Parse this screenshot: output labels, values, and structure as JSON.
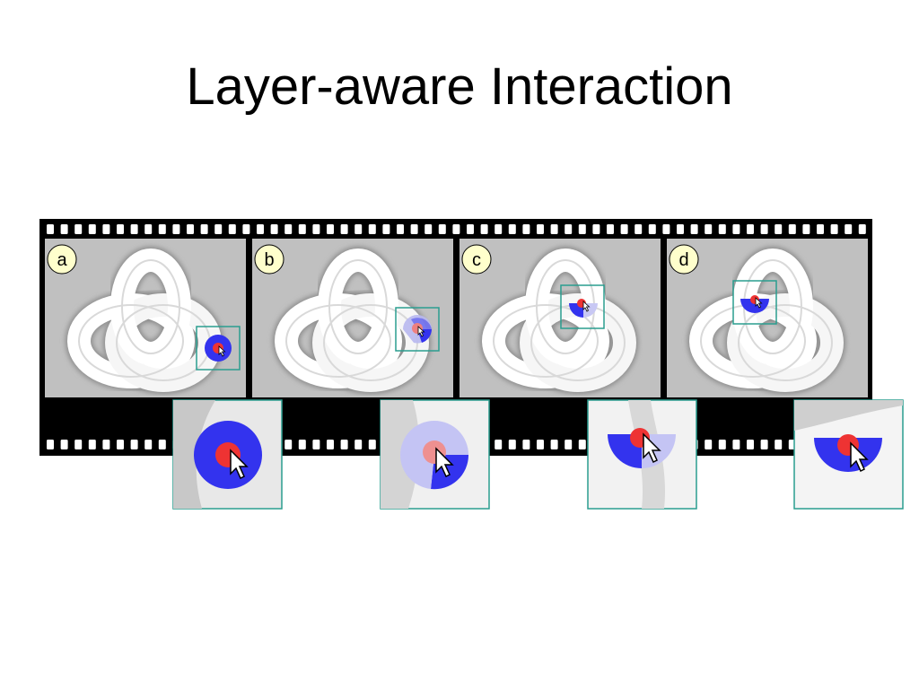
{
  "slide": {
    "title": "Layer-aware Interaction"
  },
  "figure": {
    "frames": [
      {
        "label": "a"
      },
      {
        "label": "b"
      },
      {
        "label": "c"
      },
      {
        "label": "d"
      }
    ],
    "colors": {
      "background": "#c0c0c0",
      "film": "#000000",
      "knot": "#ffffff",
      "tool_disk": "#3333ee",
      "tool_center": "#ee3333",
      "callout_border": "#2a9d8f",
      "label_badge": "#ffffcc"
    }
  }
}
